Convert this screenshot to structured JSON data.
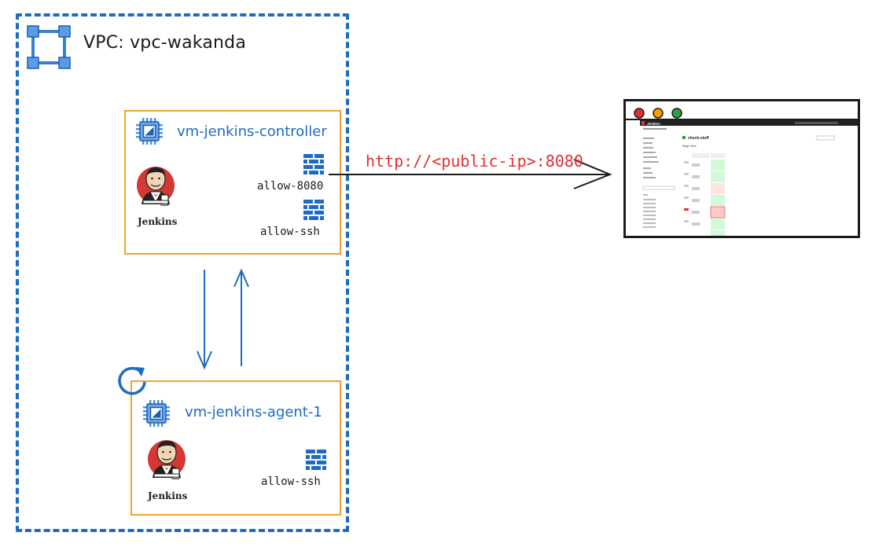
{
  "vpc": {
    "title": "VPC: vpc-wakanda"
  },
  "controller": {
    "title": "vm-jenkins-controller",
    "logo_text": "Jenkins",
    "firewall_rules": [
      "allow-8080",
      "allow-ssh"
    ]
  },
  "agent": {
    "title": "vm-jenkins-agent-1",
    "logo_text": "Jenkins",
    "firewall_rules": [
      "allow-ssh"
    ]
  },
  "connection": {
    "url": "http://<public-ip>:8080"
  },
  "browser": {
    "app_name": "Jenkins",
    "page_title": "check-stuff",
    "section_title": "Stage View"
  },
  "icons": [
    "vpc-icon",
    "cpu-chip-icon",
    "firewall-icon",
    "jenkins-logo-icon",
    "refresh-icon"
  ],
  "colors": {
    "primary_blue": "#1e6bbf",
    "vm_border": "#f2a230",
    "url_red": "#e03131"
  }
}
